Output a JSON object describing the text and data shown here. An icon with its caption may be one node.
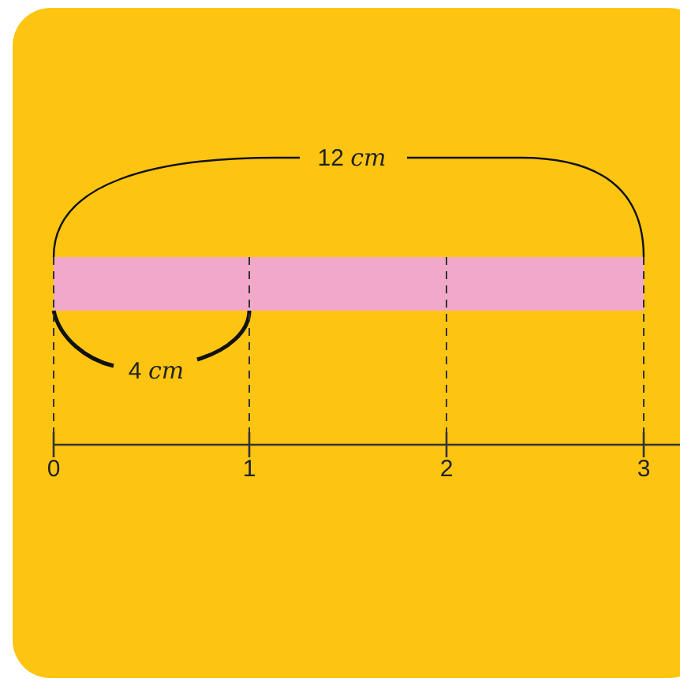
{
  "diagram": {
    "nodes": [
      {
        "text": [],
        "shape": "bar"
      }
    ],
    "labels": [
      "12 *cm*",
      "4 *cm*",
      "0",
      "1",
      "2",
      "3"
    ]
  }
}
